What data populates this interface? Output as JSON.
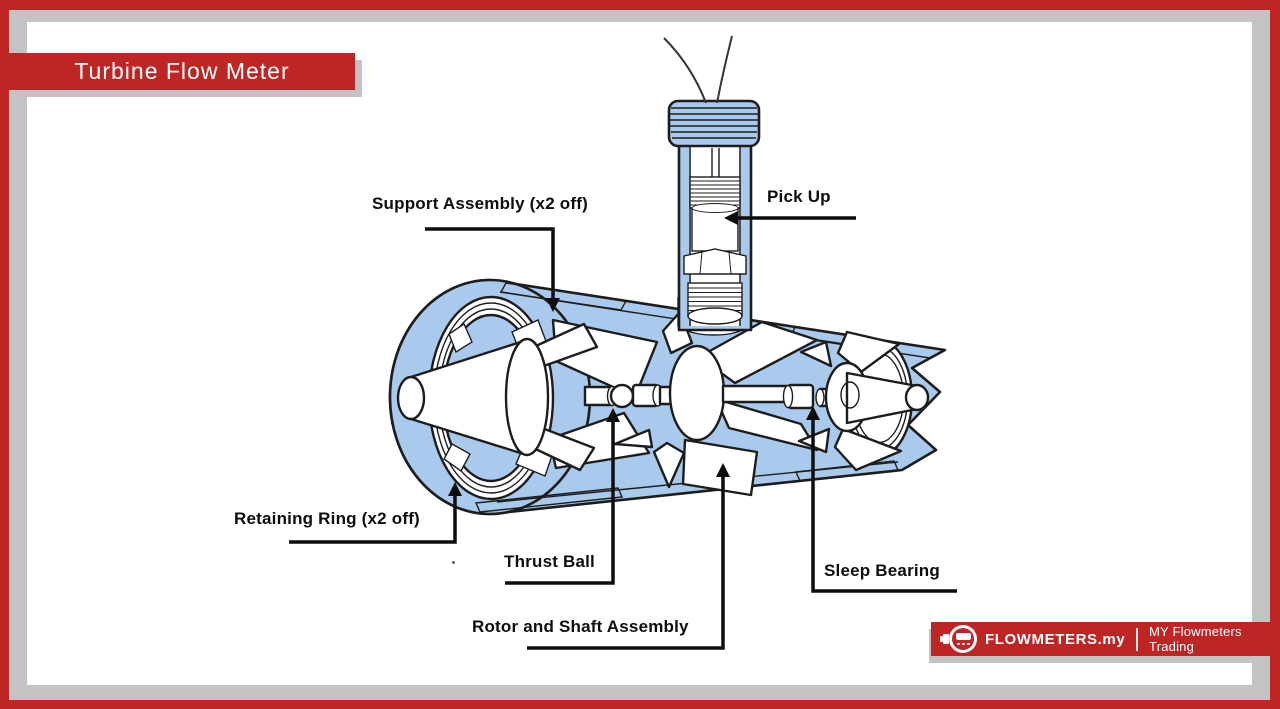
{
  "page": {
    "title": "Turbine Flow Meter"
  },
  "diagram": {
    "labels": {
      "support_assembly": "Support Assembly (x2 off)",
      "pick_up": "Pick Up",
      "retaining_ring": "Retaining Ring (x2 off)",
      "thrust_ball": "Thrust Ball",
      "rotor_and_shaft": "Rotor and Shaft Assembly",
      "sleep_bearing": "Sleep Bearing"
    }
  },
  "footer": {
    "brand": "FLOWMETERS.my",
    "tagline": "MY Flowmeters Trading"
  },
  "colors": {
    "red": "#BE2626",
    "gray": "#C3C3C5",
    "body_blue": "#A9CAEC",
    "outline": "#1D1D1D",
    "label_ink": "#0D0D0D"
  }
}
